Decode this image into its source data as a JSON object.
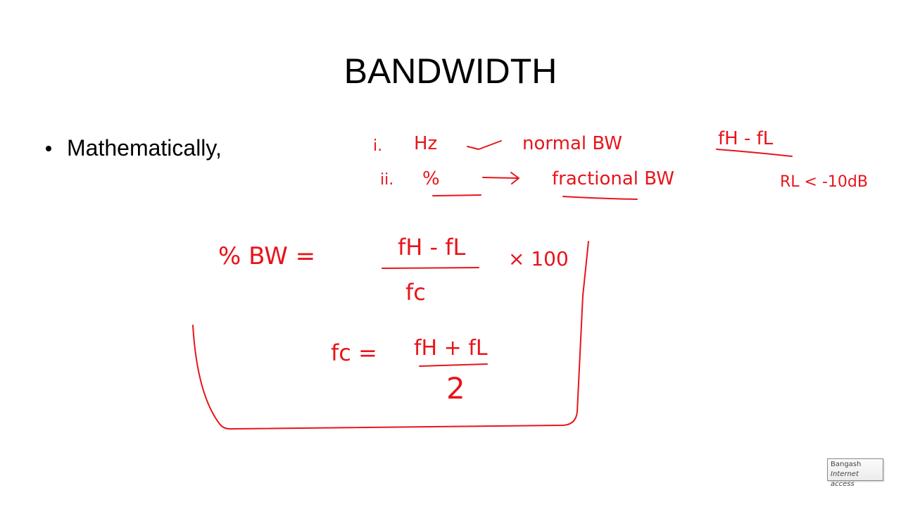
{
  "slide": {
    "title": "BANDWIDTH",
    "bullet": "Mathematically,"
  },
  "annotations": {
    "color": "#e8141b",
    "line1_num": "i.",
    "line1_unit": "Hz",
    "line1_desc": "normal BW",
    "line1_formula": "fH - fL",
    "line2_num": "ii.",
    "line2_unit": "%",
    "line2_desc": "fractional BW",
    "line2_extra": "RL < -10dB",
    "formula1_lhs": "% BW =",
    "formula1_num": "fH - fL",
    "formula1_den": "fc",
    "formula1_mult": "× 100",
    "formula2_lhs": "fc =",
    "formula2_num": "fH + fL",
    "formula2_den": "2"
  },
  "tray": {
    "name": "Bangash",
    "status": "Internet access"
  }
}
